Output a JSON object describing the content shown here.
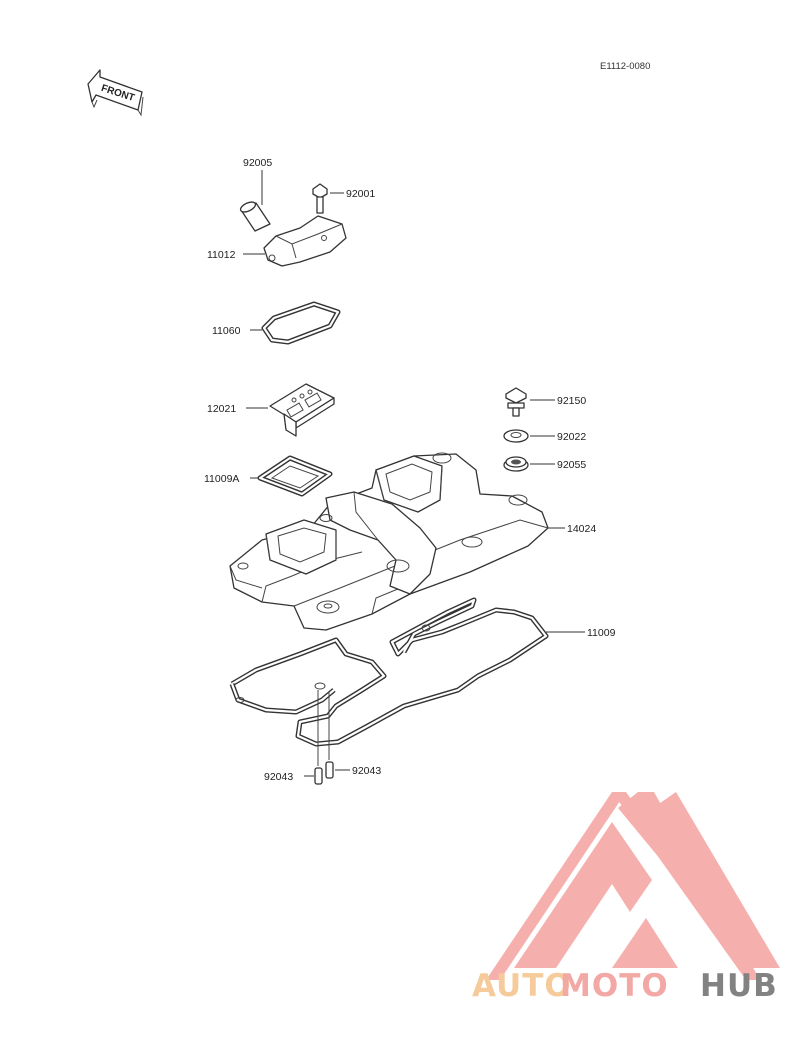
{
  "diagram_code": "E1112-0080",
  "front_label": "FRONT",
  "watermark": {
    "part1": "AUTO",
    "part2": "MOTO",
    "part3": "HUB",
    "colors": {
      "auto": "#f5c28a",
      "moto": "#f09a96",
      "hub": "#6d6d6d",
      "triangle": "#f28f8c"
    }
  },
  "parts": {
    "p92005": "92005",
    "p92001": "92001",
    "p11012": "11012",
    "p11060": "11060",
    "p12021": "12021",
    "p11009A": "11009A",
    "p92150": "92150",
    "p92022": "92022",
    "p92055": "92055",
    "p14024": "14024",
    "p11009": "11009",
    "p92043a": "92043",
    "p92043b": "92043"
  }
}
